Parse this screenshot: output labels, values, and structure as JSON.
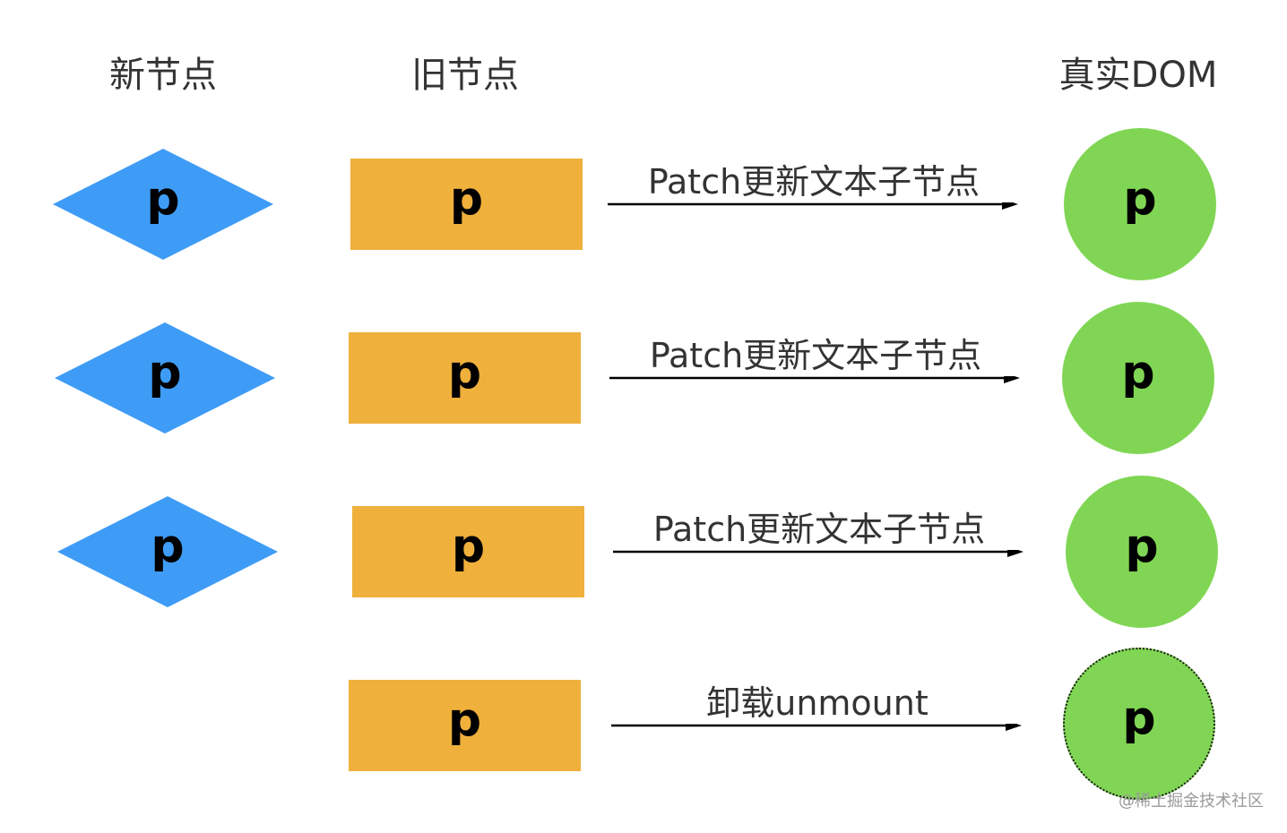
{
  "headers": {
    "new_nodes": "新节点",
    "old_nodes": "旧节点",
    "real_dom": "真实DOM"
  },
  "rows": [
    {
      "new": "p",
      "old": "p",
      "action": "Patch更新文本子节点",
      "dom": "p",
      "dom_dashed": false
    },
    {
      "new": "p",
      "old": "p",
      "action": "Patch更新文本子节点",
      "dom": "p",
      "dom_dashed": false
    },
    {
      "new": "p",
      "old": "p",
      "action": "Patch更新文本子节点",
      "dom": "p",
      "dom_dashed": false
    },
    {
      "new": null,
      "old": "p",
      "action": "卸载unmount",
      "dom": "p",
      "dom_dashed": true
    }
  ],
  "colors": {
    "new_node": "#3F9CF6",
    "old_node": "#EFB03C",
    "dom_node": "#80D654"
  },
  "watermark": "@稀土掘金技术社区"
}
